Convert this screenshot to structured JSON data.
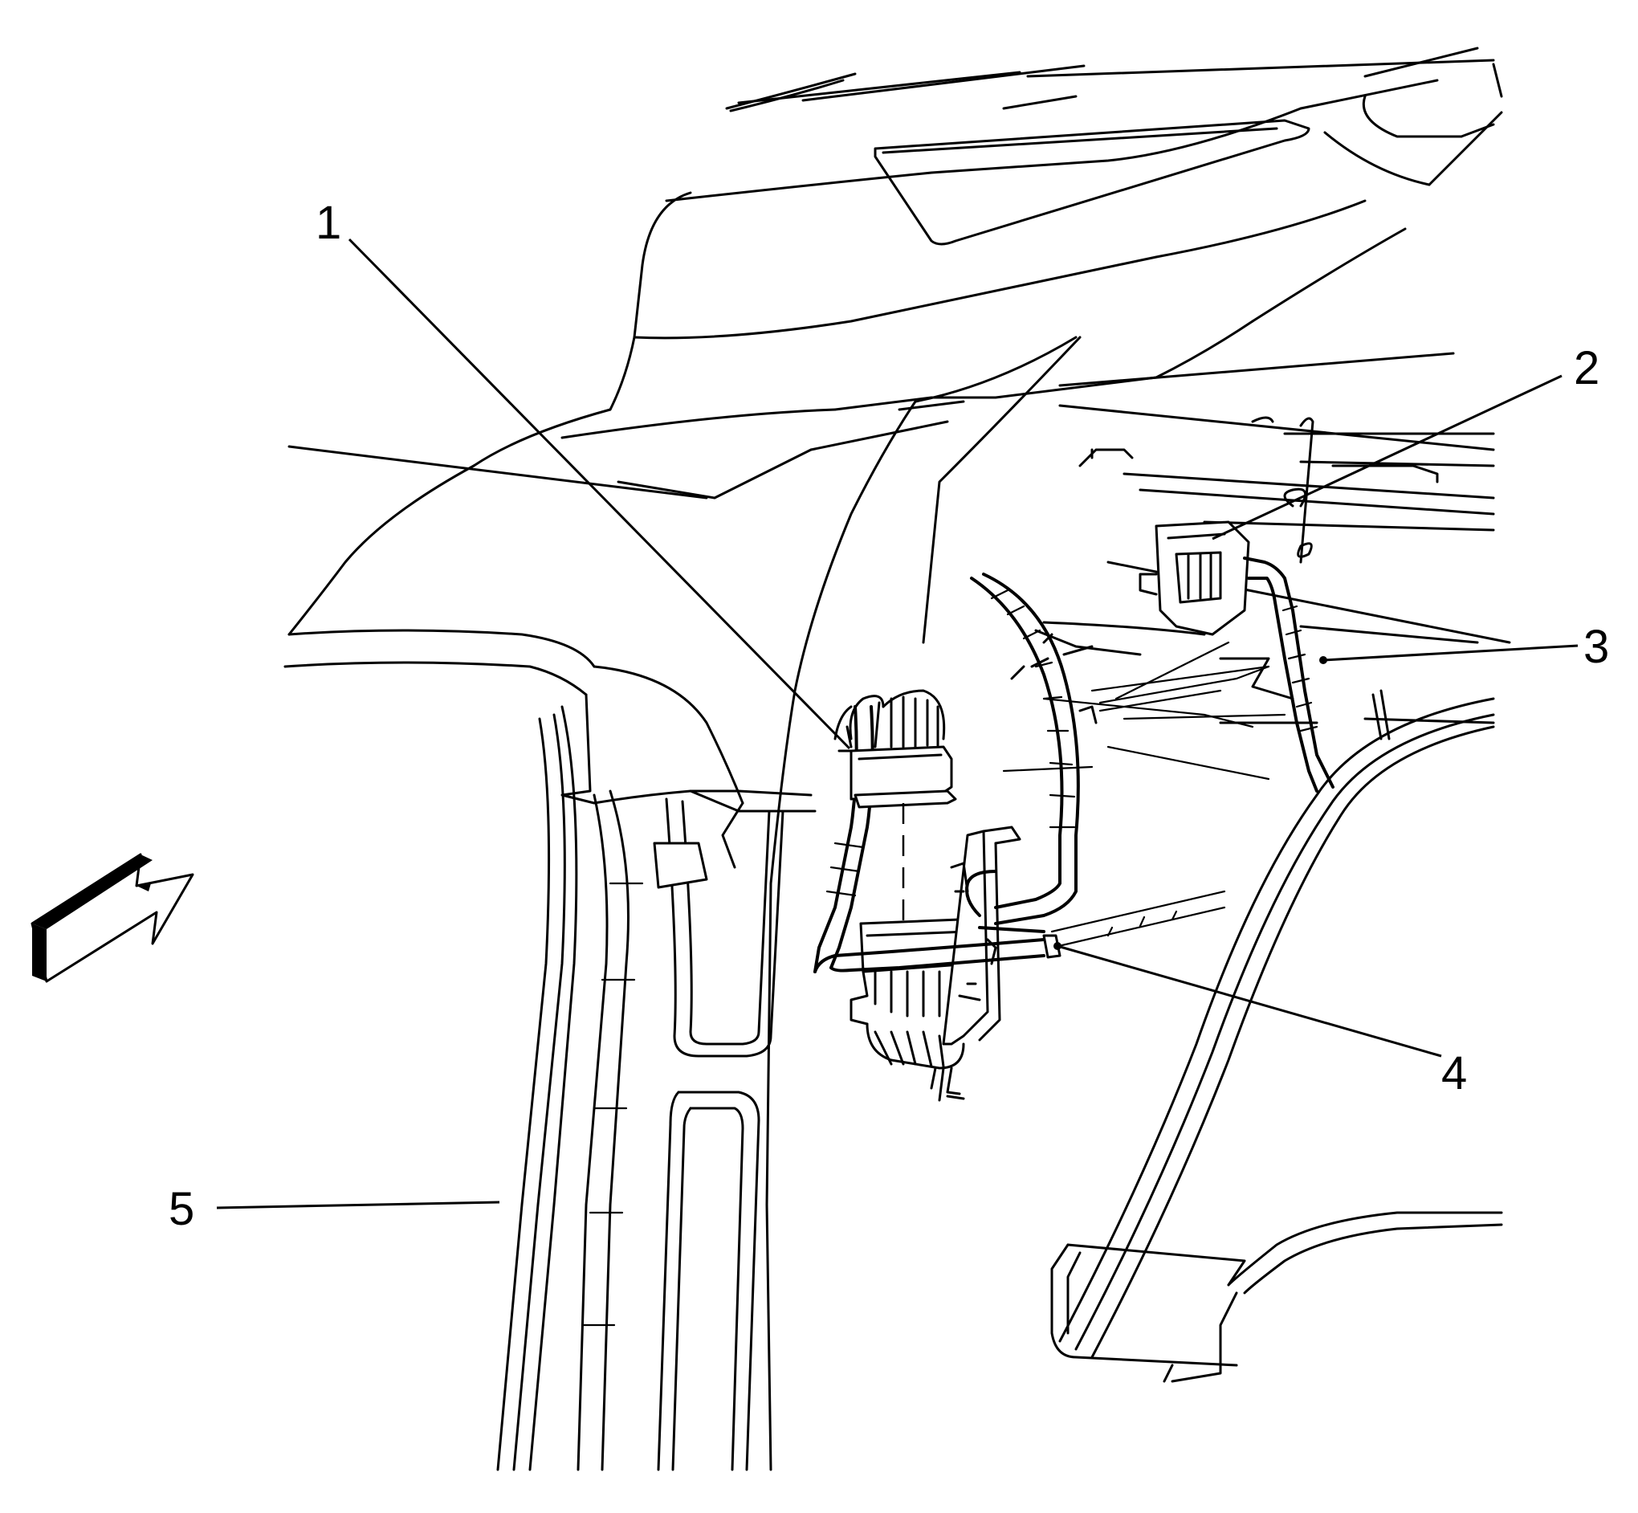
{
  "diagram": {
    "callouts": [
      {
        "id": "1",
        "label": "1"
      },
      {
        "id": "2",
        "label": "2"
      },
      {
        "id": "3",
        "label": "3"
      },
      {
        "id": "4",
        "label": "4"
      },
      {
        "id": "5",
        "label": "5"
      }
    ],
    "direction_arrow": {
      "icon": "forward-view-arrow-icon"
    }
  }
}
